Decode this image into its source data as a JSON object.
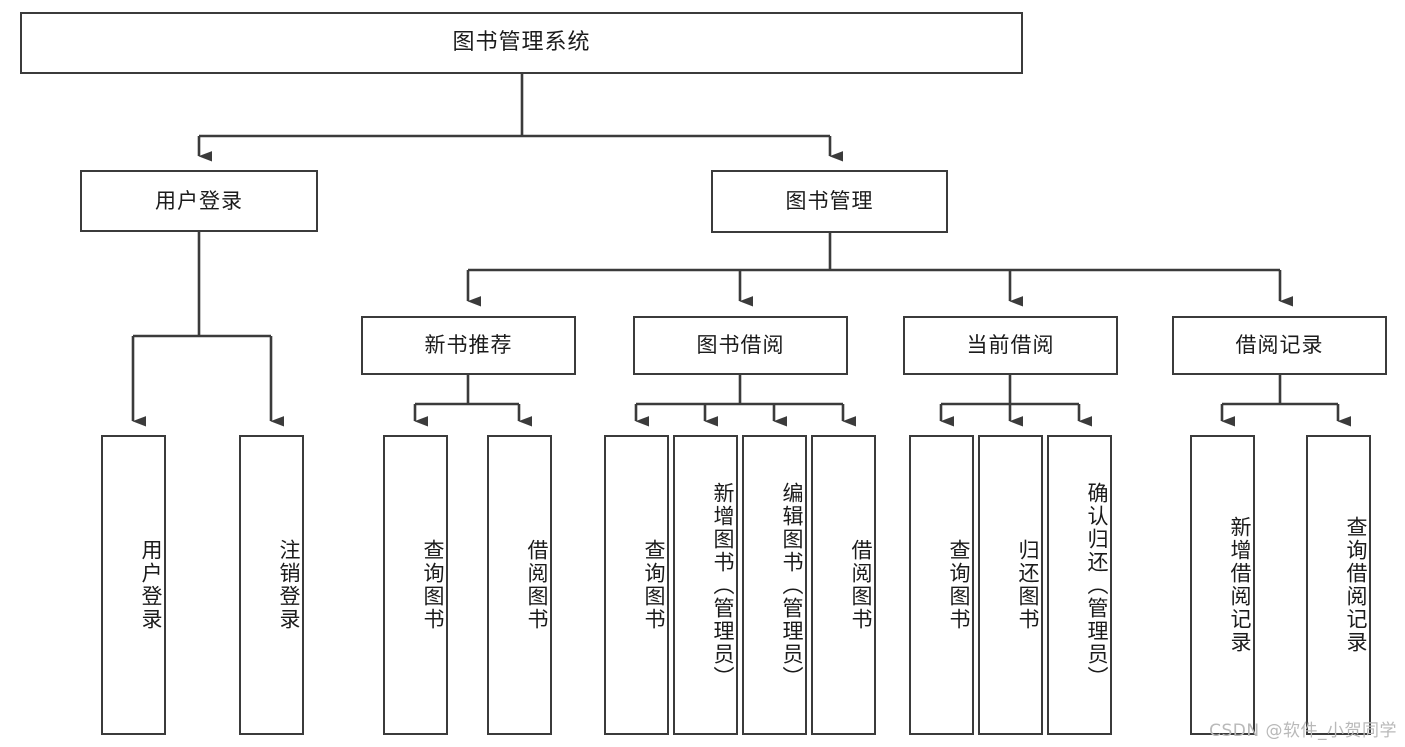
{
  "diagram": {
    "title": "图书管理系统",
    "type": "tree",
    "root": {
      "label": "图书管理系统",
      "orientation": "horizontal"
    },
    "level2": [
      {
        "label": "用户登录",
        "orientation": "horizontal"
      },
      {
        "label": "图书管理",
        "orientation": "horizontal"
      }
    ],
    "level3": [
      {
        "label": "新书推荐",
        "orientation": "horizontal",
        "parent": "图书管理"
      },
      {
        "label": "图书借阅",
        "orientation": "horizontal",
        "parent": "图书管理"
      },
      {
        "label": "当前借阅",
        "orientation": "horizontal",
        "parent": "图书管理"
      },
      {
        "label": "借阅记录",
        "orientation": "horizontal",
        "parent": "图书管理"
      }
    ],
    "leaves": {
      "user_login": [
        {
          "label": "用户登录",
          "orientation": "vertical"
        },
        {
          "label": "注销登录",
          "orientation": "vertical"
        }
      ],
      "new_book_recommend": [
        {
          "label": "查询图书",
          "orientation": "vertical"
        },
        {
          "label": "借阅图书",
          "orientation": "vertical"
        }
      ],
      "book_borrow": [
        {
          "label": "查询图书",
          "orientation": "vertical"
        },
        {
          "label": "新增图书（管理员）",
          "orientation": "vertical"
        },
        {
          "label": "编辑图书（管理员）",
          "orientation": "vertical"
        },
        {
          "label": "借阅图书",
          "orientation": "vertical"
        }
      ],
      "current_borrow": [
        {
          "label": "查询图书",
          "orientation": "vertical"
        },
        {
          "label": "归还图书",
          "orientation": "vertical"
        },
        {
          "label": "确认归还（管理员）",
          "orientation": "vertical"
        }
      ],
      "borrow_record": [
        {
          "label": "新增借阅记录",
          "orientation": "vertical"
        },
        {
          "label": "查询借阅记录",
          "orientation": "vertical"
        }
      ]
    }
  },
  "watermark": {
    "text": "CSDN @软件_小贺同学"
  },
  "colors": {
    "stroke": "#3b3b3b",
    "fill": "#ffffff",
    "text": "#1b1b1b",
    "watermark": "#b9b9b9"
  }
}
